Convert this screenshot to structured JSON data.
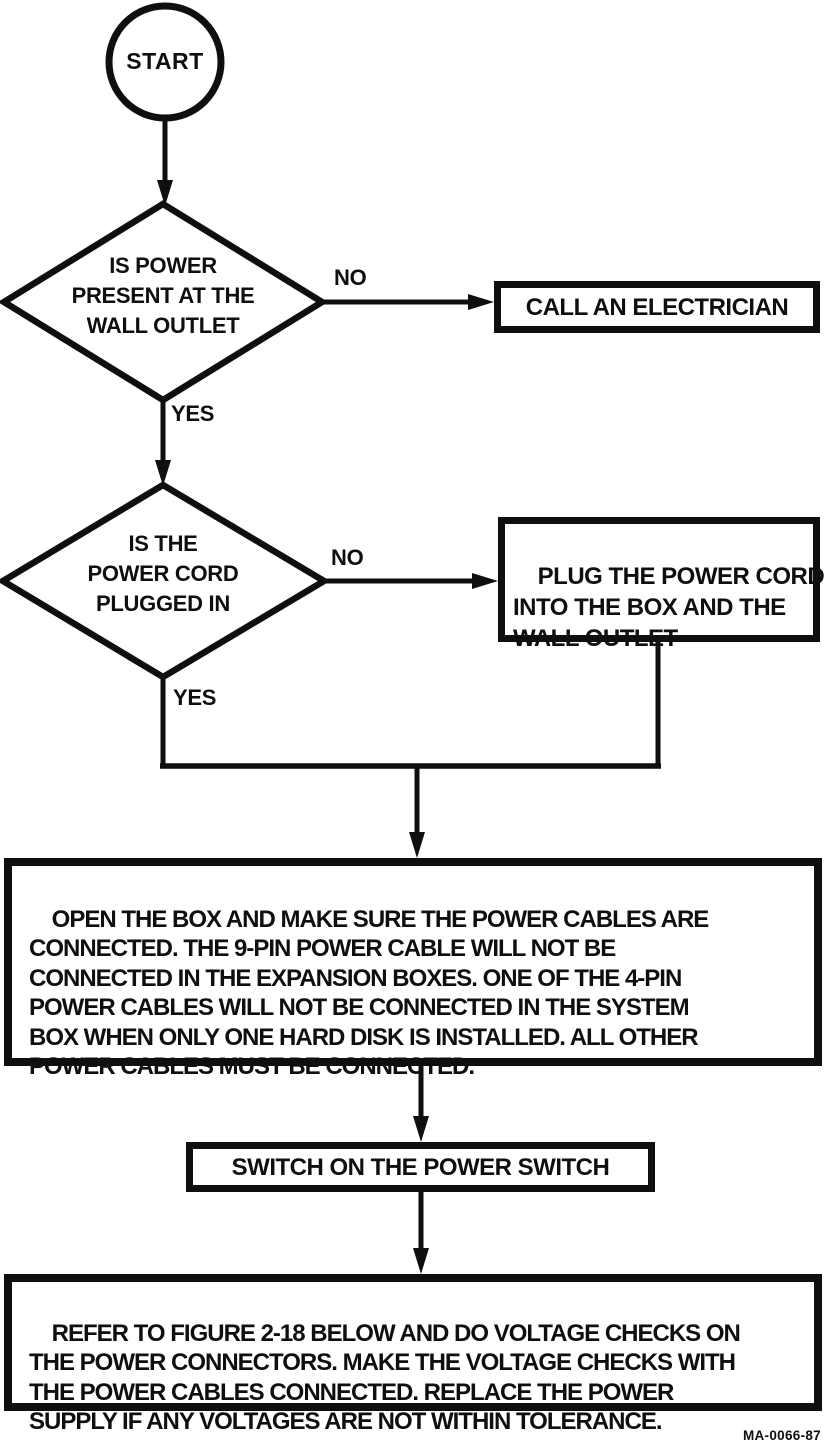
{
  "colors": {
    "ink": "#0f0f0f",
    "paper": "#ffffff"
  },
  "flowchart": {
    "start": {
      "label": "START"
    },
    "decision_power_present": {
      "text": "IS POWER\nPRESENT AT THE\nWALL OUTLET",
      "no_label": "NO",
      "yes_label": "YES"
    },
    "action_call_electrician": {
      "text": "CALL AN ELECTRICIAN"
    },
    "decision_cord_plugged": {
      "text": "IS THE\nPOWER CORD\nPLUGGED IN",
      "no_label": "NO",
      "yes_label": "YES"
    },
    "action_plug_cord": {
      "text": "PLUG THE POWER CORD\nINTO THE BOX AND THE\nWALL OUTLET"
    },
    "action_open_box": {
      "text": "OPEN THE BOX AND MAKE SURE THE POWER CABLES ARE\nCONNECTED. THE 9-PIN POWER CABLE WILL NOT BE\nCONNECTED IN THE EXPANSION BOXES. ONE OF THE 4-PIN\nPOWER CABLES WILL NOT BE CONNECTED IN THE SYSTEM\nBOX WHEN ONLY ONE HARD DISK IS INSTALLED. ALL OTHER\nPOWER CABLES MUST BE CONNECTED."
    },
    "action_switch_on": {
      "text": "SWITCH ON THE POWER SWITCH"
    },
    "action_voltage_checks": {
      "text": "REFER TO FIGURE 2-18 BELOW AND DO VOLTAGE CHECKS ON\nTHE POWER CONNECTORS. MAKE THE VOLTAGE CHECKS WITH\nTHE POWER CABLES CONNECTED. REPLACE THE POWER\nSUPPLY IF ANY VOLTAGES ARE NOT WITHIN TOLERANCE."
    },
    "figure_number": "MA-0066-87"
  }
}
